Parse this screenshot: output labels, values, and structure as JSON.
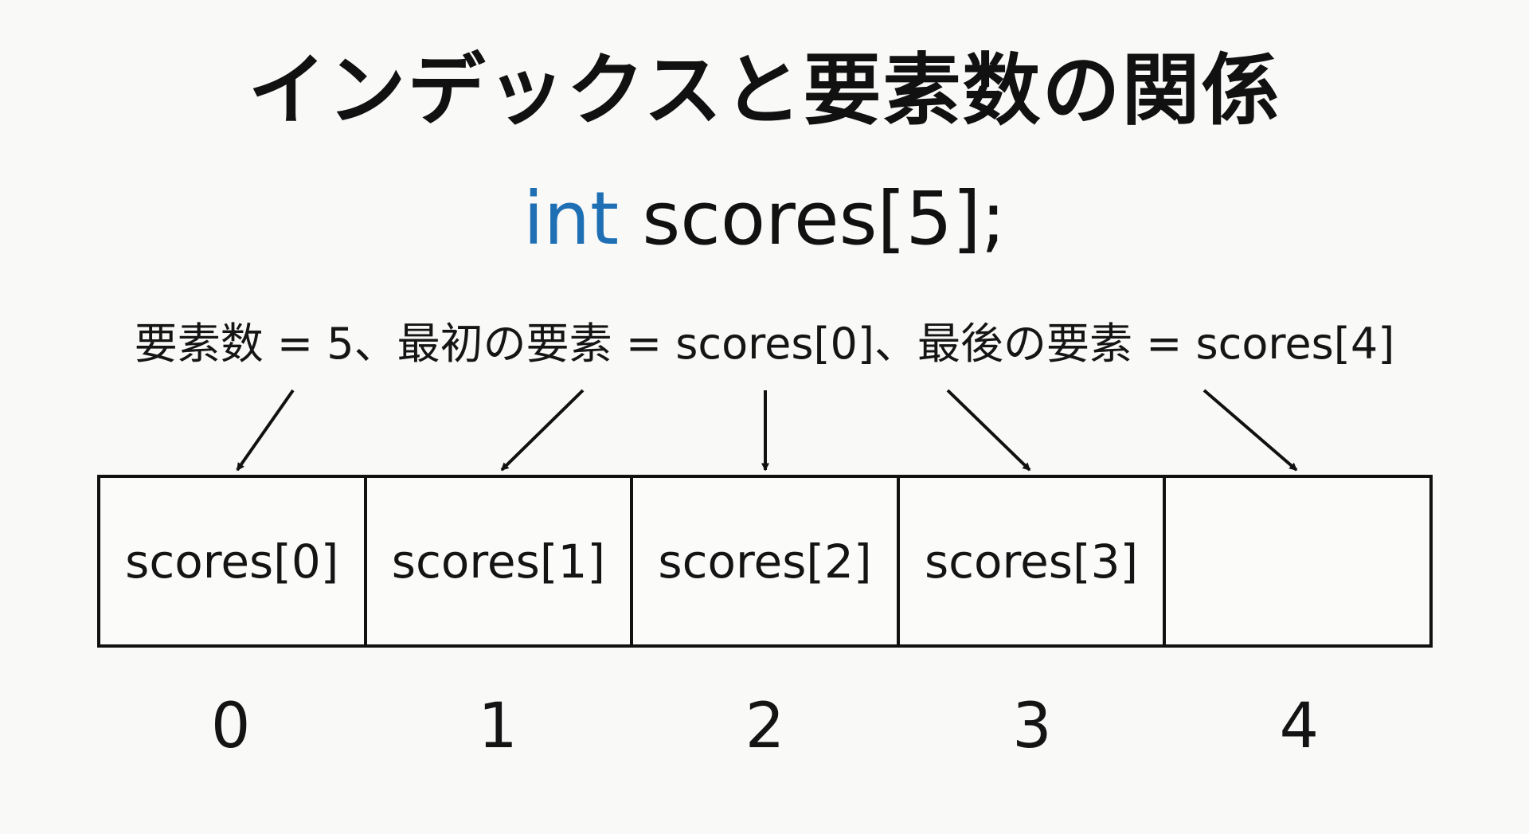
{
  "title": "インデックスと要素数の関係",
  "code": {
    "keyword": "int",
    "rest": " scores[5];",
    "keyword_color": "#1f6fb5"
  },
  "caption": "要素数 = 5、最初の要素 = scores[0]、最後の要素 = scores[4]",
  "array": {
    "cells": [
      "scores[0]",
      "scores[1]",
      "scores[2]",
      "scores[3]",
      ""
    ],
    "indices": [
      "0",
      "1",
      "2",
      "3",
      "4"
    ]
  }
}
